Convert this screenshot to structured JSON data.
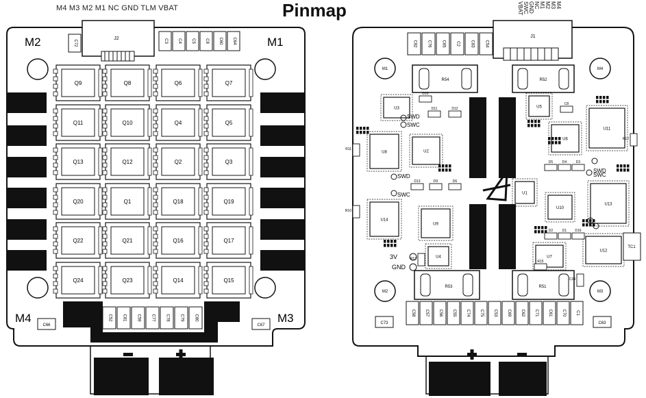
{
  "title": "Pinmap",
  "left_board": {
    "signal_header": "M4 M3 M2 M1 NC GND TLM VBAT",
    "connector": "J2",
    "motor_labels": {
      "top_left": "M2",
      "top_right": "M1",
      "bottom_left": "M4",
      "bottom_right": "M3"
    },
    "top_caps": [
      "C3",
      "C4",
      "C5",
      "C8",
      "C60",
      "C64"
    ],
    "left_cap": "C72",
    "bottom_caps": [
      "C52",
      "C81",
      "C59",
      "C77",
      "C78",
      "C79",
      "C80"
    ],
    "corner_caps": [
      "C66",
      "C67"
    ],
    "mosfets": [
      [
        "Q9",
        "Q8",
        "Q6",
        "Q7"
      ],
      [
        "Q11",
        "Q10",
        "Q4",
        "Q5"
      ],
      [
        "Q13",
        "Q12",
        "Q2",
        "Q3"
      ],
      [
        "Q20",
        "Q1",
        "Q18",
        "Q19"
      ],
      [
        "Q22",
        "Q21",
        "Q16",
        "Q17"
      ],
      [
        "Q24",
        "Q23",
        "Q14",
        "Q15"
      ]
    ],
    "power_minus": "−",
    "power_plus": "+"
  },
  "right_board": {
    "signal_header": [
      "M4",
      "M3",
      "M2",
      "M1",
      "NC",
      "GND",
      "SWC",
      "VBAT"
    ],
    "connector": "J1",
    "mount_holes": [
      "M1",
      "M4",
      "M2",
      "M3"
    ],
    "top_caps": [
      "C82",
      "C76",
      "C65",
      "C2",
      "C83",
      "C54"
    ],
    "bottom_caps": [
      "C58",
      "C57",
      "C56",
      "C55",
      "C74",
      "C75",
      "C53",
      "C69",
      "C62",
      "C71",
      "C61",
      "C70",
      "C1"
    ],
    "side_caps": [
      "C73",
      "C63"
    ],
    "shunts": [
      "R54",
      "R52",
      "R53",
      "R51"
    ],
    "chips": [
      "U3",
      "U5",
      "U6",
      "U11",
      "U8",
      "U2",
      "U13",
      "U10",
      "U1",
      "U14",
      "U9",
      "U4",
      "U7",
      "U12"
    ],
    "pads": [
      "SWD",
      "SWC",
      "SWD",
      "SWC",
      "SWD",
      "SWC",
      "3V",
      "GND"
    ],
    "parts": [
      "D10",
      "D11",
      "D12",
      "D13",
      "D9",
      "D6",
      "D5",
      "D4",
      "D3",
      "D2",
      "D1",
      "D16",
      "C34",
      "C8",
      "TC1",
      "R11",
      "R10",
      "R12",
      "R13",
      "R15"
    ],
    "power_plus": "+",
    "power_minus": "−"
  }
}
